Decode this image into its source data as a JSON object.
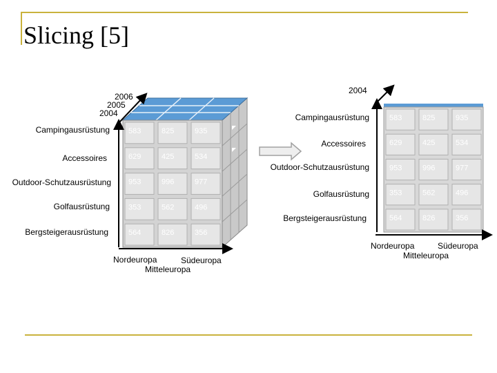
{
  "slide": {
    "title": "Slicing [5]"
  },
  "cube": {
    "years": [
      "2006",
      "2005",
      "2004"
    ],
    "categories": [
      "Campingausrüstung",
      "Accessoires",
      "Outdoor-Schutzausrüstung",
      "Golfausrüstung",
      "Bergsteigerausrüstung"
    ],
    "regions": [
      "Nordeuropa",
      "Südeuropa",
      "Mitteleuropa"
    ],
    "values": [
      [
        "583",
        "825",
        "935"
      ],
      [
        "629",
        "425",
        "534"
      ],
      [
        "953",
        "996",
        "977"
      ],
      [
        "353",
        "562",
        "496"
      ],
      [
        "564",
        "826",
        "356"
      ]
    ]
  },
  "slice": {
    "year": "2004",
    "categories": [
      "Campingausrüstung",
      "Accessoires",
      "Outdoor-Schutzausrüstung",
      "Golfausrüstung",
      "Bergsteigerausrüstung"
    ],
    "regions": [
      "Nordeuropa",
      "Südeuropa",
      "Mitteleuropa"
    ],
    "values": [
      [
        "583",
        "825",
        "935"
      ],
      [
        "629",
        "425",
        "534"
      ],
      [
        "953",
        "996",
        "977"
      ],
      [
        "353",
        "562",
        "496"
      ],
      [
        "564",
        "826",
        "356"
      ]
    ]
  },
  "colors": {
    "accent_rule": "#c9b23c",
    "top_face": "#5b9bd5",
    "cell_face": "#e6e6e6",
    "cell_border": "#b0b0b0",
    "value_text": "#ffffff"
  }
}
